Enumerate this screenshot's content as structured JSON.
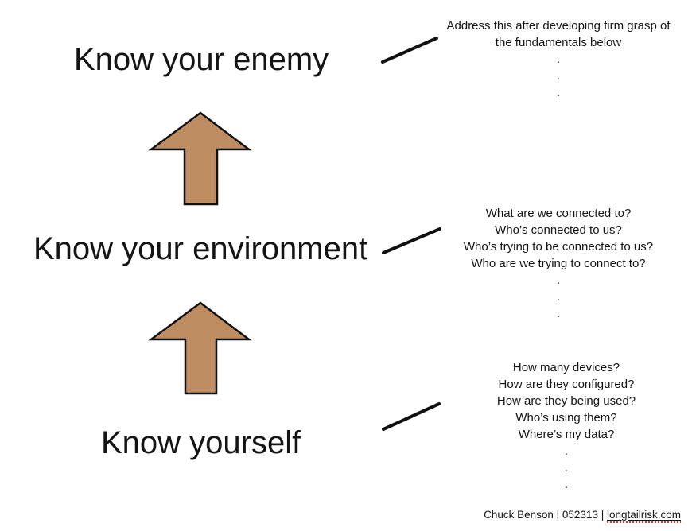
{
  "colors": {
    "arrow_fill": "#BE8C61",
    "arrow_stroke": "#111111",
    "connector_color": "#111111",
    "text_color": "#141414",
    "link_spellcheck_underline": "#E03A1E"
  },
  "titles": {
    "enemy": "Know your enemy",
    "environment": "Know your environment",
    "yourself": "Know yourself"
  },
  "annotations": {
    "enemy": {
      "lines": [
        "Address this after developing firm grasp of",
        "the fundamentals below",
        ".",
        ".",
        "."
      ]
    },
    "environment": {
      "lines": [
        "What are we connected to?",
        "Who’s connected to us?",
        "Who’s trying to be connected to us?",
        "Who are we trying to connect to?",
        ".",
        ".",
        "."
      ]
    },
    "yourself": {
      "lines": [
        "How many devices?",
        "How are they configured?",
        "How are they being used?",
        "Who’s using them?",
        "Where’s my data?",
        ".",
        ".",
        "."
      ]
    }
  },
  "footer": {
    "credit_prefix": "Chuck Benson | 052313 | ",
    "link": "longtailrisk.com"
  }
}
